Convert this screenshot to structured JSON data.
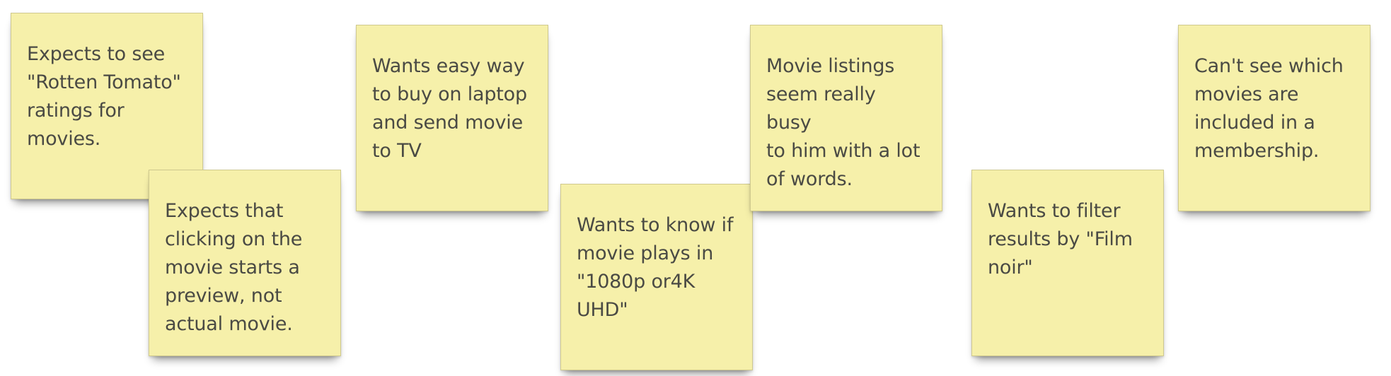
{
  "notes": [
    {
      "text": "Expects to see\n\"Rotten Tomato\"\nratings for\nmovies."
    },
    {
      "text": "Expects that\nclicking on the\nmovie starts a\npreview, not\nactual movie."
    },
    {
      "text": "Wants easy way\nto buy on laptop\nand send movie\nto TV"
    },
    {
      "text": "Wants to know if\nmovie plays in\n\"1080p or4K\nUHD\""
    },
    {
      "text": "Movie listings\nseem really busy\nto him with a lot\nof words."
    },
    {
      "text": "Wants to filter\nresults by \"Film\nnoir\""
    },
    {
      "text": "Can't see which\nmovies are\nincluded in a\nmembership."
    }
  ],
  "colors": {
    "note_fill": "#f6f0aa",
    "note_border": "#cfc98e",
    "text": "#4a4a44",
    "background": "#ffffff"
  }
}
